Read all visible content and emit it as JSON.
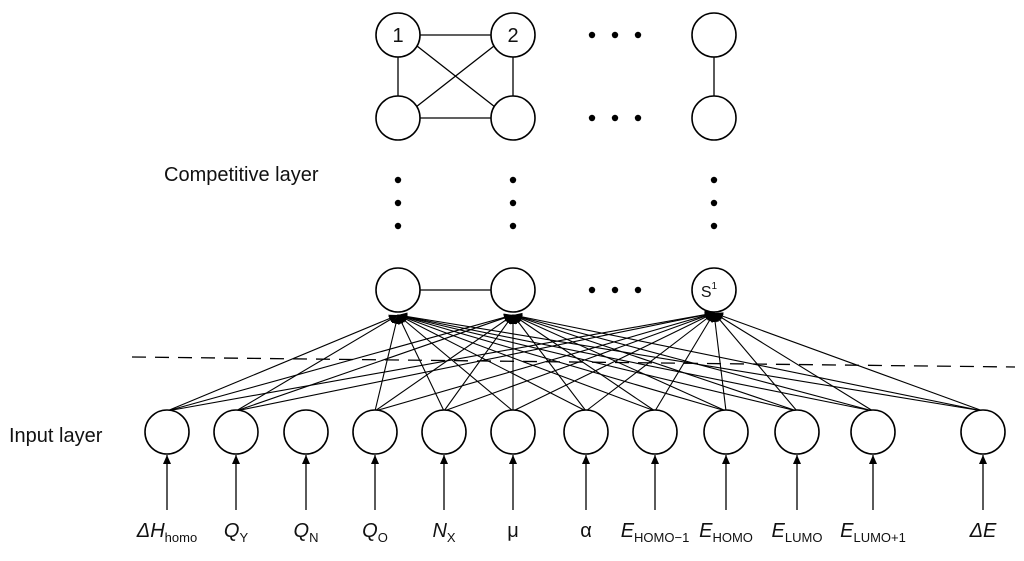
{
  "competitive_layer": {
    "label": "Competitive layer",
    "node_labels": {
      "n1": "1",
      "n2": "2",
      "s1_base": "S",
      "s1_sup": "1"
    }
  },
  "input_layer": {
    "label": "Input layer",
    "inputs": [
      {
        "main": "ΔH",
        "sub": "homo",
        "italic": true
      },
      {
        "main": "Q",
        "sub": "Y",
        "italic": true
      },
      {
        "main": "Q",
        "sub": "N",
        "italic": true
      },
      {
        "main": "Q",
        "sub": "O",
        "italic": true
      },
      {
        "main": "N",
        "sub": "X",
        "italic": true
      },
      {
        "main": "μ",
        "sub": "",
        "italic": false
      },
      {
        "main": "α",
        "sub": "",
        "italic": false
      },
      {
        "main": "E",
        "sub": "HOMO−1",
        "italic": true
      },
      {
        "main": "E",
        "sub": "HOMO",
        "italic": true
      },
      {
        "main": "E",
        "sub": "LUMO",
        "italic": true
      },
      {
        "main": "E",
        "sub": "LUMO+1",
        "italic": true
      },
      {
        "main": "ΔE",
        "sub": "",
        "italic": true
      }
    ]
  },
  "ellipsis": "• • •"
}
